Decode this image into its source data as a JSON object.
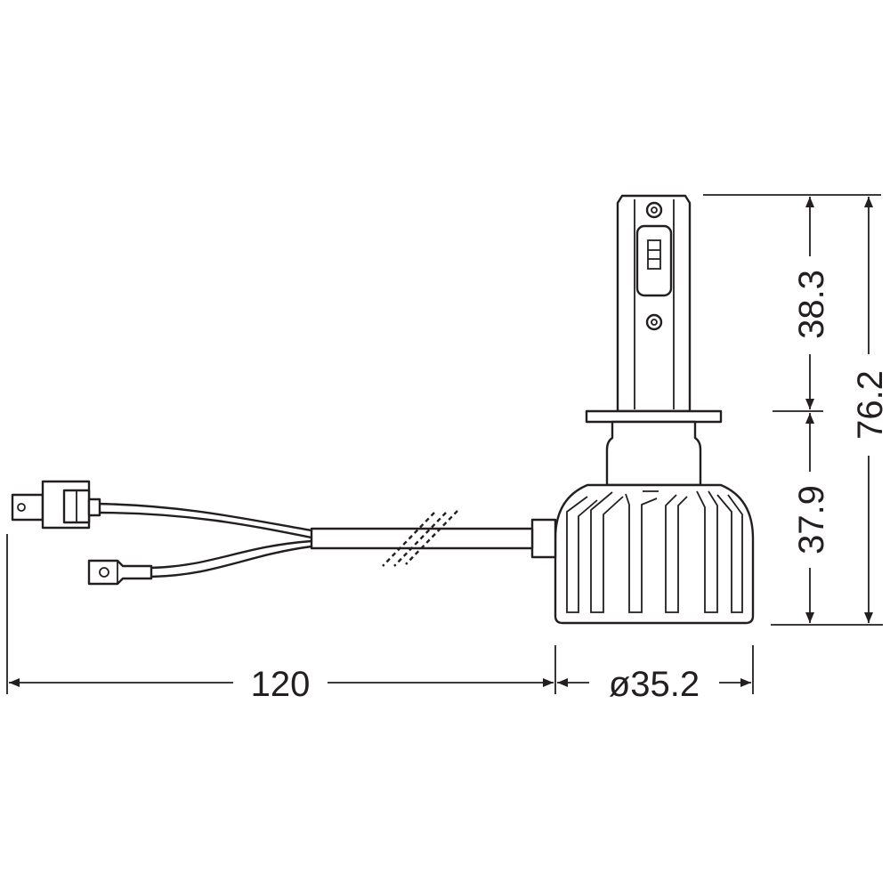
{
  "drawing": {
    "dimensions": {
      "cable_length": "120",
      "base_diameter": "ø35.2",
      "upper_height": "38.3",
      "lower_height": "37.9",
      "total_height": "76.2"
    },
    "colors": {
      "line": "#231f20",
      "background": "#ffffff"
    }
  }
}
